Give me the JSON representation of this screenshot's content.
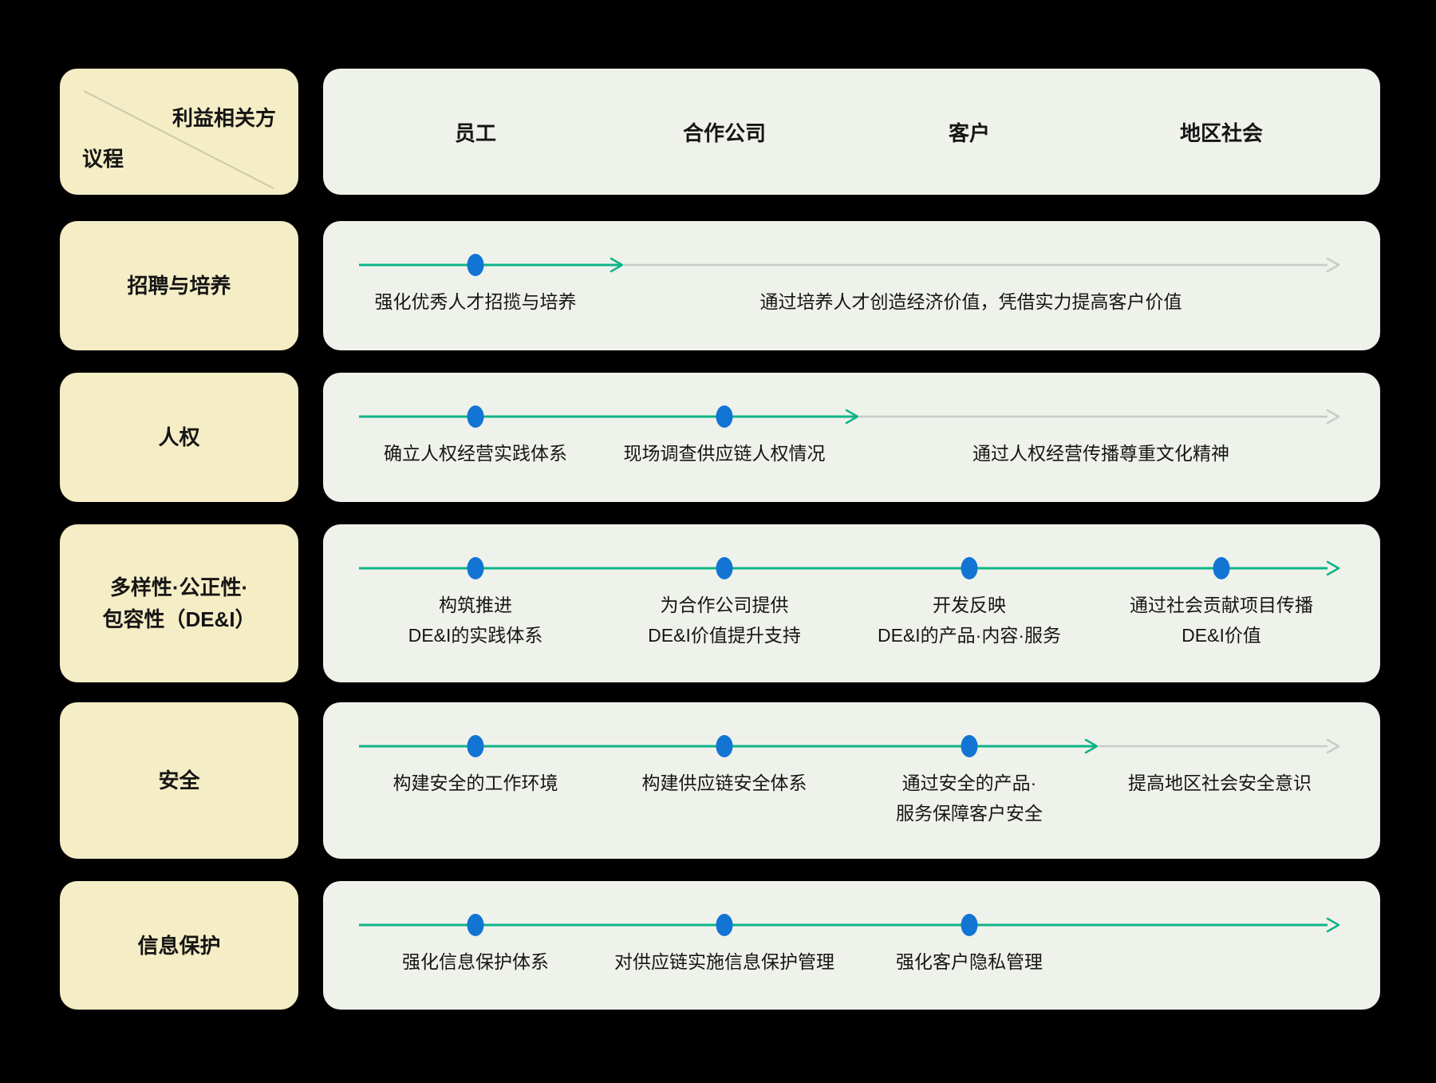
{
  "colors": {
    "background": "#000000",
    "agenda_box": "#F5EDC5",
    "panel": "#EFF2EB",
    "progress_line": "#0EB488",
    "future_line": "#C8CCC6",
    "milestone_dot": "#1274D3",
    "text": "#151515"
  },
  "corner": {
    "stakeholders_label": "利益相关方",
    "agenda_label": "议程"
  },
  "stakeholders": [
    {
      "label": "员工"
    },
    {
      "label": "合作公司"
    },
    {
      "label": "客户"
    },
    {
      "label": "地区社会"
    }
  ],
  "rows": [
    {
      "label": "招聘与培养",
      "dots_at_stakeholders": [
        "员工"
      ],
      "annotations": [
        {
          "text": "强化优秀人才招揽与培养"
        },
        {
          "text": "通过培养人才创造经济价值，凭借实力提高客户价值"
        }
      ]
    },
    {
      "label": "人权",
      "dots_at_stakeholders": [
        "员工",
        "合作公司"
      ],
      "annotations": [
        {
          "text": "确立人权经营实践体系"
        },
        {
          "text": "现场调查供应链人权情况"
        },
        {
          "text": "通过人权经营传播尊重文化精神"
        }
      ]
    },
    {
      "label": "多样性·公正性·\n包容性（DE&I）",
      "dots_at_stakeholders": [
        "员工",
        "合作公司",
        "客户",
        "地区社会"
      ],
      "annotations": [
        {
          "text": "构筑推进\nDE&I的实践体系"
        },
        {
          "text": "为合作公司提供\nDE&I价值提升支持"
        },
        {
          "text": "开发反映\nDE&I的产品·内容·服务"
        },
        {
          "text": "通过社会贡献项目传播\nDE&I价值"
        }
      ]
    },
    {
      "label": "安全",
      "dots_at_stakeholders": [
        "员工",
        "合作公司",
        "客户"
      ],
      "annotations": [
        {
          "text": "构建安全的工作环境"
        },
        {
          "text": "构建供应链安全体系"
        },
        {
          "text": "通过安全的产品·\n服务保障客户安全"
        },
        {
          "text": "提高地区社会安全意识"
        }
      ]
    },
    {
      "label": "信息保护",
      "dots_at_stakeholders": [
        "员工",
        "合作公司",
        "客户"
      ],
      "annotations": [
        {
          "text": "强化信息保护体系"
        },
        {
          "text": "对供应链实施信息保护管理"
        },
        {
          "text": "强化客户隐私管理"
        }
      ]
    }
  ]
}
